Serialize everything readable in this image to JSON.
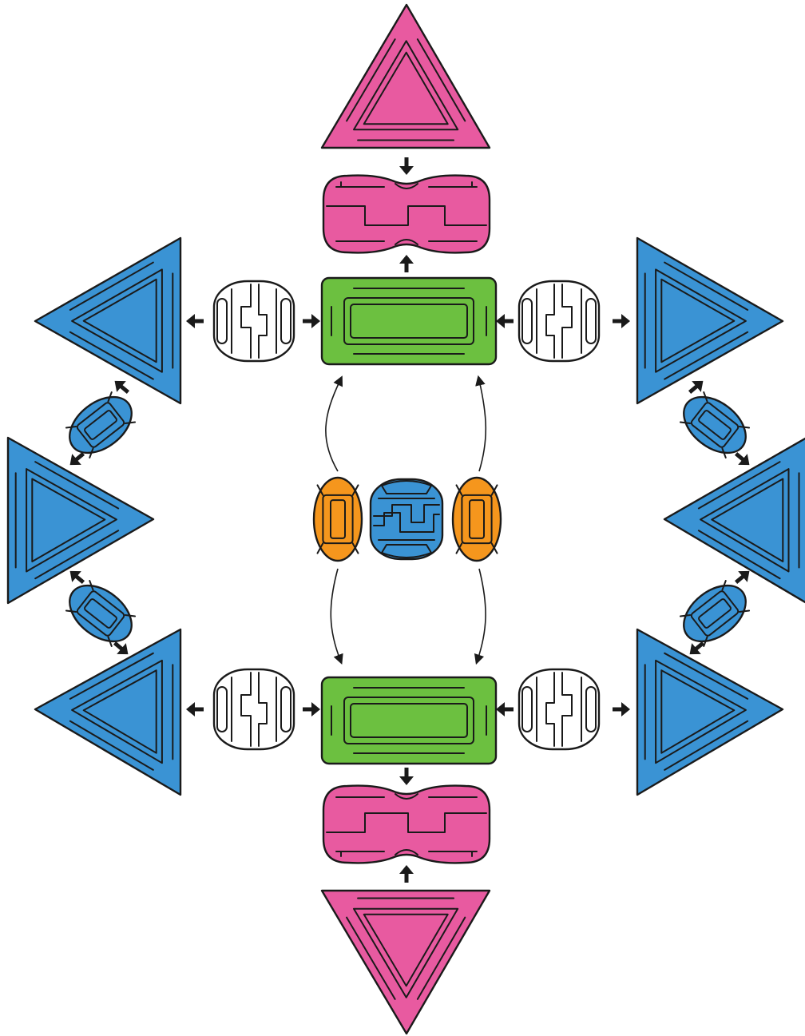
{
  "diagram": {
    "description_free": true,
    "colors": {
      "pink": "#e85aa0",
      "blue": "#3a93d4",
      "dark_blue": "#1f6fb8",
      "green": "#6cc040",
      "orange": "#f5961d",
      "white": "#ffffff",
      "light_gray": "#e6e6e6",
      "outline": "#1a1a1a"
    },
    "pieces": [
      {
        "name": "pink-triangle-top",
        "kind": "triangle",
        "color": "pink"
      },
      {
        "name": "pink-connector-top",
        "kind": "connector",
        "color": "pink"
      },
      {
        "name": "green-plate-top",
        "kind": "plate",
        "color": "green"
      },
      {
        "name": "white-connector-top-left",
        "kind": "connector",
        "color": "white"
      },
      {
        "name": "white-connector-top-right",
        "kind": "connector",
        "color": "white"
      },
      {
        "name": "blue-triangle-top-left",
        "kind": "triangle",
        "color": "blue"
      },
      {
        "name": "blue-triangle-top-right",
        "kind": "triangle",
        "color": "blue"
      },
      {
        "name": "blue-clip-left-1",
        "kind": "clip",
        "color": "dark_blue"
      },
      {
        "name": "blue-clip-right-1",
        "kind": "clip",
        "color": "dark_blue"
      },
      {
        "name": "blue-triangle-middle-left",
        "kind": "triangle",
        "color": "blue"
      },
      {
        "name": "blue-triangle-middle-right",
        "kind": "triangle",
        "color": "blue"
      },
      {
        "name": "orange-clip-left",
        "kind": "clip",
        "color": "orange"
      },
      {
        "name": "blue-connector-center",
        "kind": "connector",
        "color": "blue"
      },
      {
        "name": "orange-clip-right",
        "kind": "clip",
        "color": "orange"
      },
      {
        "name": "blue-clip-left-2",
        "kind": "clip",
        "color": "dark_blue"
      },
      {
        "name": "blue-clip-right-2",
        "kind": "clip",
        "color": "dark_blue"
      },
      {
        "name": "blue-triangle-bottom-left",
        "kind": "triangle",
        "color": "blue"
      },
      {
        "name": "blue-triangle-bottom-right",
        "kind": "triangle",
        "color": "blue"
      },
      {
        "name": "white-connector-bottom-left",
        "kind": "connector",
        "color": "white"
      },
      {
        "name": "green-plate-bottom",
        "kind": "plate",
        "color": "green"
      },
      {
        "name": "white-connector-bottom-right",
        "kind": "connector",
        "color": "white"
      },
      {
        "name": "pink-connector-bottom",
        "kind": "connector",
        "color": "pink"
      },
      {
        "name": "pink-triangle-bottom",
        "kind": "triangle",
        "color": "pink"
      }
    ],
    "arrow_count": 24,
    "curved_arrow_count": 4
  }
}
